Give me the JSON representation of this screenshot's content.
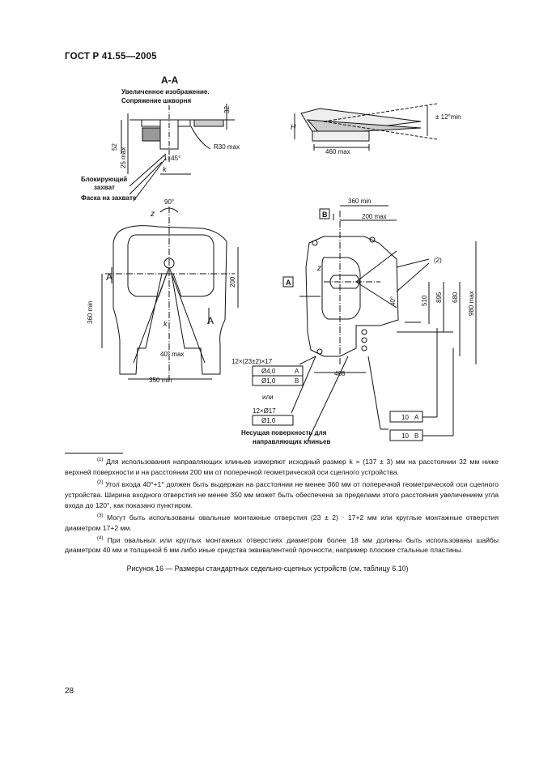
{
  "header": {
    "standard": "ГОСТ Р 41.55—2005"
  },
  "figure": {
    "section_title": "А-А",
    "section_subtitle_1": "Увеличенное изображение.",
    "section_subtitle_2": "Сопряжение шкворня",
    "dim_32": "32",
    "dim_52": "52",
    "dim_25max": "25 max",
    "dim_chamfer": "1×45°",
    "dim_k": "k",
    "dim_r30": "R30 max",
    "label_lock_1": "Блокирующий",
    "label_lock_2": "захват",
    "label_chamfer_1": "Фаска на захвате",
    "dim_h": "H",
    "dim_460": "460 max",
    "dim_12deg": "± 12°min",
    "dim_90": "90°",
    "label_z": "z",
    "label_A": "A",
    "dim_200": "200",
    "dim_360min_left": "360 min",
    "dim_40max": "40° max",
    "dim_350min": "350 min",
    "dim_360min_top": "360 min",
    "dim_200max": "200 max",
    "datum_B": "B",
    "datum_A": "A",
    "note_2": "(2)",
    "dim_40deg": "40°",
    "dim_510": "510",
    "dim_895": "895",
    "dim_680": "680",
    "dim_980max": "980 max",
    "dim_408": "408",
    "holes_12_23": "12×(23±2)×17",
    "tol_1": "Ø4,0",
    "tol_2": "Ø1,0",
    "datum_A_small": "A",
    "datum_B_small": "B",
    "ili": "или",
    "holes_12_17": "12×Ø17",
    "tol_3": "Ø1,0",
    "label_support_1": "Несущая поверхность для",
    "label_support_2": "направляющих клиньев",
    "flat_1": "10",
    "flat_2": "10",
    "flat_A": "A",
    "flat_B": "B"
  },
  "footnotes": [
    {
      "num": "(1)",
      "text": "Для использования направляющих клиньев измеряют исходный размер k = (137 ± 3) мм на расстоянии 32 мм ниже верхней поверхности и на расстоянии 200 мм от поперечной геометрической оси сцепного устройства."
    },
    {
      "num": "(2)",
      "text": "Угол входа 40°+1° должен быть выдержан на расстоянии не менее 360 мм от поперечной геометрической оси сцепного устройства. Ширина входного отверстия не менее 350 мм может быть обеспечена за пределами этого расстояния увеличением угла входа до 120°, как показано пунктиром."
    },
    {
      "num": "(3)",
      "text": "Могут быть использованы овальные монтажные отверстия (23 ± 2) · 17+2 мм или круглые монтажные отверстия диаметром 17+2 мм."
    },
    {
      "num": "(4)",
      "text": "При овальных или круглых монтажных отверстиях диаметром более 18 мм должны быть использованы шайбы диаметром 40 мм и толщиной 6 мм либо иные средства эквивалентной прочности, например плоские стальные пластины."
    }
  ],
  "caption": "Рисунок 16 — Размеры стандартных седельно-сцепных устройств (см. таблицу 6.10)",
  "page_number": "28"
}
